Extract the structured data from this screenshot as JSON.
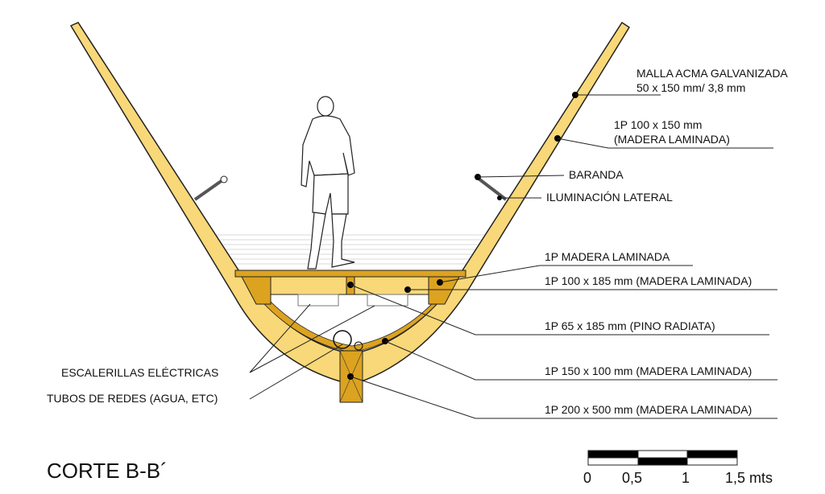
{
  "title": "CORTE B-B´",
  "labels": {
    "malla_1": "MALLA ACMA GALVANIZADA",
    "malla_2": "50 x 150 mm/ 3,8 mm",
    "viga_1": "1P 100 x 150 mm",
    "viga_2": "(MADERA LAMINADA)",
    "baranda": "BARANDA",
    "iluminacion": "ILUMINACIÓN LATERAL",
    "piso": "1P MADERA LAMINADA",
    "p100x185": "1P 100 x 185 mm (MADERA LAMINADA)",
    "p65x185": "1P  65 x 185 mm (PINO RADIATA)",
    "p150x100": "1P 150 x 100 mm (MADERA LAMINADA)",
    "p200x500": "1P 200 x 500 mm (MADERA LAMINADA)",
    "escalerillas": "ESCALERILLAS ELÉCTRICAS",
    "tubos": "TUBOS DE REDES (AGUA, ETC)"
  },
  "scale_bar": {
    "ticks": [
      "0",
      "0,5",
      "1",
      "1,5 mts"
    ]
  },
  "colors": {
    "wood_light": "#f8d878",
    "wood_dark": "#dca320",
    "line": "#222222"
  }
}
